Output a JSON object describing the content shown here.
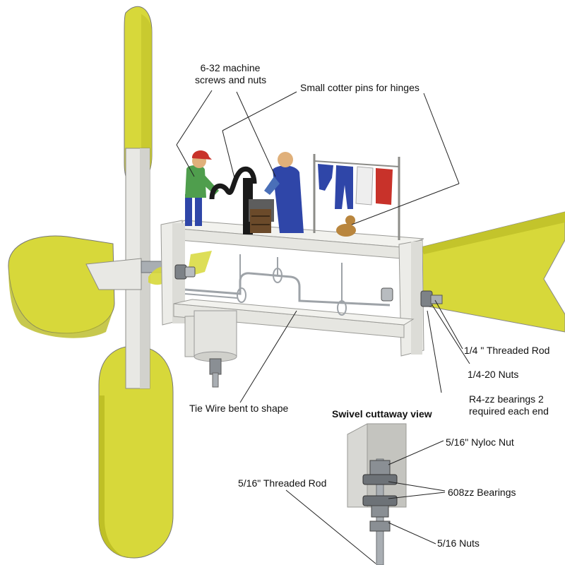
{
  "labels": {
    "machine_screws_line1": "6-32 machine",
    "machine_screws_line2": "screws and nuts",
    "cotter_pins": "Small cotter pins for hinges",
    "threaded_rod_quarter": "1/4 \" Threaded Rod",
    "nuts_quarter": "1/4-20 Nuts",
    "bearings_r4_line1": "R4-zz bearings 2",
    "bearings_r4_line2": "required each end",
    "tie_wire": "Tie Wire bent to shape",
    "swivel_title": "Swivel cuttaway view",
    "nyloc_nut": "5/16\" Nyloc Nut",
    "bearings_608": "608zz Bearings",
    "threaded_rod_516": "5/16\" Threaded Rod",
    "nuts_516": "5/16 Nuts"
  },
  "colors": {
    "blade_yellow": "#d7d83a",
    "blade_shadow": "#b9ba22",
    "frame_light": "#eeeeea",
    "frame_edge": "#9a9a96",
    "metal": "#a9aeb3",
    "figure_blue": "#2f46a8",
    "figure_green": "#4f9e4d",
    "hat_red": "#c8322a",
    "skin": "#e0b07a",
    "pump_black": "#1a1a1a",
    "crate_brown": "#6b4a2a",
    "dog_brown": "#b9863e",
    "leader_line": "#222222"
  }
}
